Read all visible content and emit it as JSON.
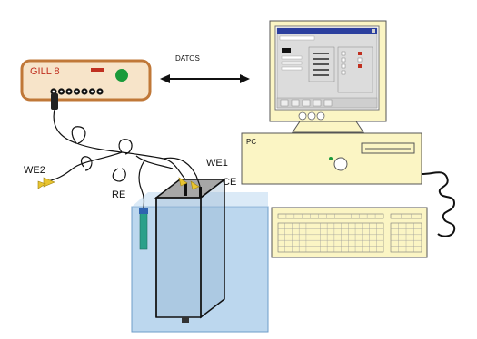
{
  "potentiostat": {
    "label": "GILL 8",
    "channel_count": 7
  },
  "link": {
    "label": "DATOS"
  },
  "pc": {
    "label": "PC"
  },
  "electrodes": {
    "we1": {
      "label": "WE1"
    },
    "we2": {
      "label": "WE2"
    },
    "ce": {
      "label": "CE"
    },
    "re": {
      "label": "RE"
    }
  },
  "colors": {
    "device_border": "#c07838",
    "device_label": "#c03020",
    "indicator_red": "#c03020",
    "indicator_green": "#1a9a3a",
    "casing": "#fbf5c4",
    "water": "#bcd7ee",
    "cell_top": "#a7a7a7",
    "re_tube": "#2aa08a"
  }
}
